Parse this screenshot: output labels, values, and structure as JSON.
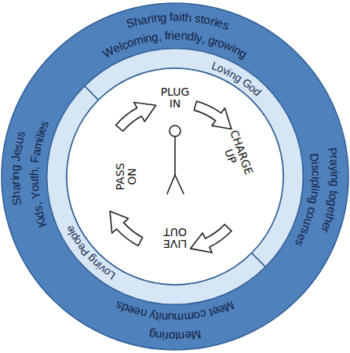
{
  "diagram": {
    "nodes": [
      {
        "text": [
          "Sharing faith stories",
          "Welcoming, friendly, growing",
          "Praying together",
          "Discipling courses",
          "Mentoring",
          "Meet community needs",
          "Sharing Jesus",
          "Kids, Youth, Families"
        ]
      },
      {
        "text": [
          "Loving God"
        ],
        "in": 0
      },
      {
        "text": [
          "Loving People"
        ],
        "in": 0
      },
      {
        "text": [
          "PLUG IN",
          "CHARGE UP",
          "LIVE OUT",
          "PASS ON"
        ],
        "in": 0
      }
    ]
  }
}
